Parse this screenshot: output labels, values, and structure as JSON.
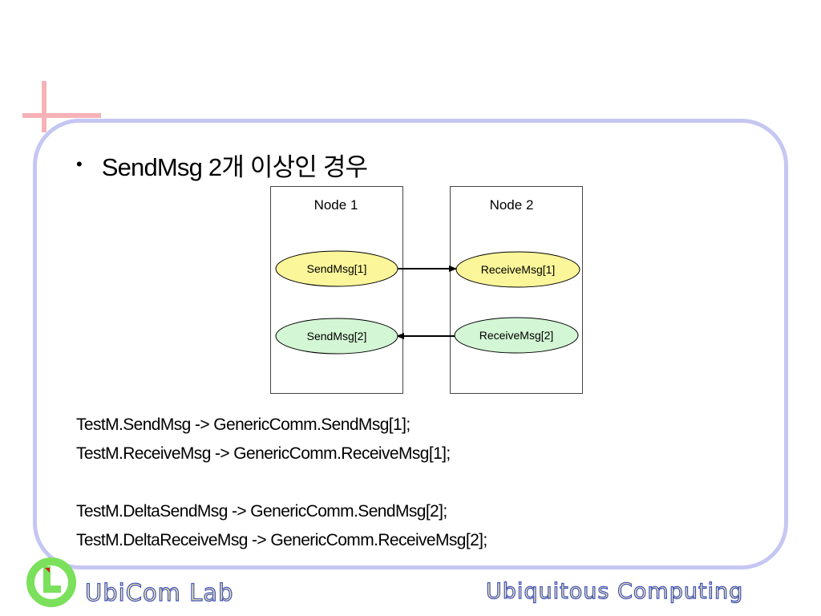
{
  "slide": {
    "bullet": "SendMsg 2개 이상인 경우"
  },
  "diagram": {
    "nodes": [
      {
        "label": "Node 1",
        "messages": [
          "SendMsg[1]",
          "SendMsg[2]"
        ]
      },
      {
        "label": "Node 2",
        "messages": [
          "ReceiveMsg[1]",
          "ReceiveMsg[2]"
        ]
      }
    ],
    "arrows": [
      {
        "from": "SendMsg[1]",
        "to": "ReceiveMsg[1]"
      },
      {
        "from": "ReceiveMsg[2]",
        "to": "SendMsg[2]"
      }
    ],
    "colors": {
      "msg1_fill": "#fbf69a",
      "msg2_fill": "#d3f6d4",
      "stroke": "#000000"
    }
  },
  "code_lines": [
    "TestM.SendMsg -> GenericComm.SendMsg[1];",
    "TestM.ReceiveMsg -> GenericComm.ReceiveMsg[1];",
    "TestM.DeltaSendMsg -> GenericComm.SendMsg[2];",
    "TestM.DeltaReceiveMsg -> GenericComm.ReceiveMsg[2];"
  ],
  "footer": {
    "left": "UbiCom Lab",
    "right": "Ubiquitous Computing"
  },
  "theme": {
    "frame_border": "#c5c6f2",
    "corner_cross": "#f6b2b6",
    "logo_green": "#7be05b",
    "footer_text_fill": "#f3ec9a",
    "footer_text_outline": "#3d4fc4"
  }
}
